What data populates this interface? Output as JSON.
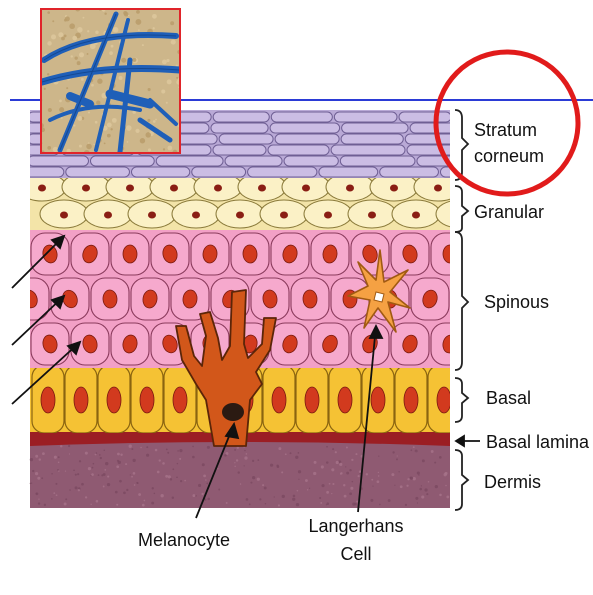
{
  "layers": [
    {
      "id": "stratum-corneum",
      "label_line1": "Stratum",
      "label_line2": "corneum"
    },
    {
      "id": "granular",
      "label": "Granular"
    },
    {
      "id": "spinous",
      "label": "Spinous"
    },
    {
      "id": "basal",
      "label": "Basal"
    },
    {
      "id": "basal-lamina",
      "label": "Basal lamina"
    },
    {
      "id": "dermis",
      "label": "Dermis"
    }
  ],
  "callouts": {
    "melanocyte": "Melanocyte",
    "langerhans_line1": "Langerhans",
    "langerhans_line2": "Cell"
  },
  "colors": {
    "corneum": "#cbbde4",
    "granular": "#fbf1c6",
    "spinous": "#f6a9cd",
    "basal": "#f5c234",
    "nucleus": "#d23a1e",
    "lamina": "#9b1e24",
    "dermis": "#8f5a72",
    "melanocyte": "#d2571a",
    "langerhans": "#f5a143",
    "highlight_circle": "#e11b1b",
    "guide_line": "#2b3bd6",
    "inset_border": "#e0242a"
  },
  "annotations": {
    "inset": "microscopy-inset",
    "circle": "highlight-circle",
    "line": "horizontal-guide-line"
  }
}
